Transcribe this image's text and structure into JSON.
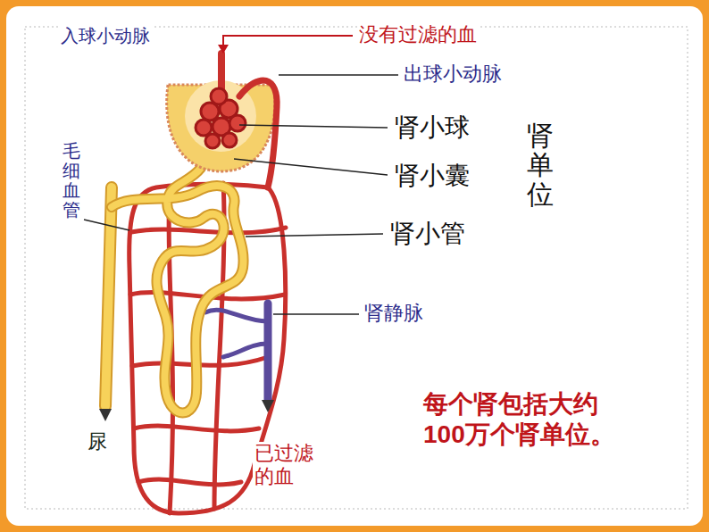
{
  "diagram": {
    "labels": [
      "入球小动脉",
      "没有过滤的血",
      "出球小动脉",
      "肾小球",
      "毛细血管",
      "肾单位",
      "肾小囊",
      "肾小管",
      "肾静脉",
      "每个肾包括大约 100万个肾单位。",
      "尿",
      "已过滤 的血"
    ]
  }
}
